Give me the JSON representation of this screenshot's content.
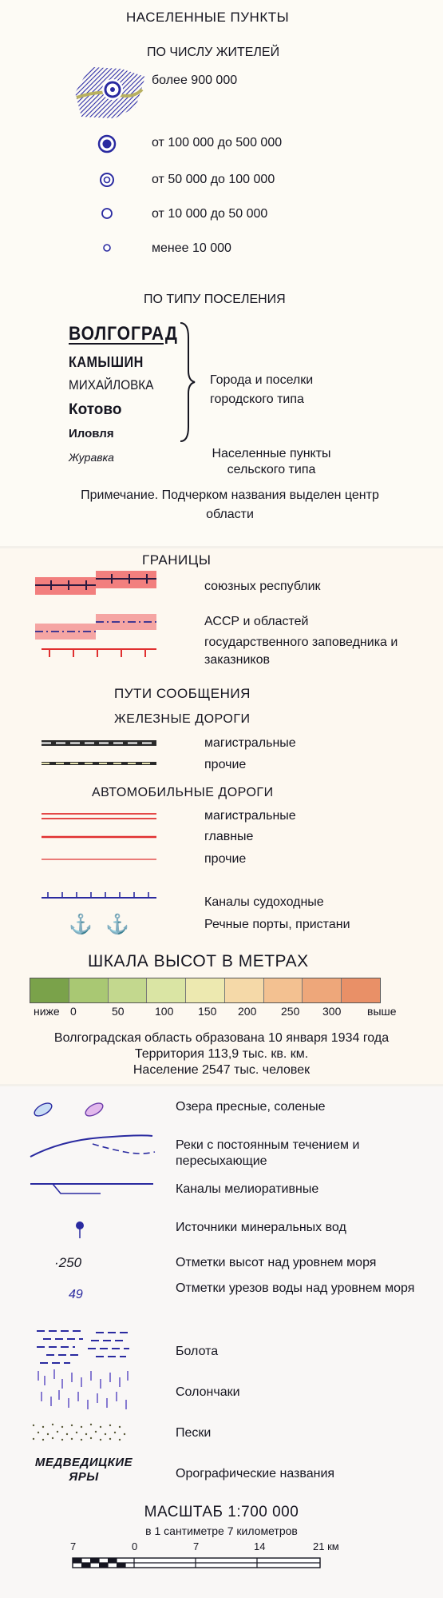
{
  "settlements": {
    "title": "НАСЕЛЕННЫЕ ПУНКТЫ",
    "by_population_title": "ПО ЧИСЛУ ЖИТЕЛЕЙ",
    "population_classes": [
      "более 900 000",
      "от 100 000 до 500 000",
      "от 50 000 до 100 000",
      "от 10 000 до 50 000",
      "менее 10 000"
    ],
    "by_type_title": "ПО ТИПУ ПОСЕЛЕНИЯ",
    "type_samples": [
      "ВОЛГОГРАД",
      "КАМЫШИН",
      "МИХАЙЛОВКА",
      "Котово",
      "Иловля",
      "Журавка"
    ],
    "urban_label": "Города и поселки городского типа",
    "rural_label": "Населенные пункты сельского типа",
    "note": "Примечание. Подчерком названия выделен центр области"
  },
  "borders": {
    "title": "ГРАНИЦЫ",
    "items": [
      "союзных республик",
      "АССР и областей",
      "государственного заповедника и заказников"
    ]
  },
  "transport": {
    "title": "ПУТИ СООБЩЕНИЯ",
    "railways_title": "ЖЕЛЕЗНЫЕ ДОРОГИ",
    "railways": [
      "магистральные",
      "прочие"
    ],
    "roads_title": "АВТОМОБИЛЬНЫЕ ДОРОГИ",
    "roads": [
      "магистральные",
      "главные",
      "прочие"
    ],
    "canals": "Каналы судоходные",
    "ports": "Речные порты, пристани"
  },
  "elevation": {
    "title": "ШКАЛА ВЫСОТ В МЕТРАХ",
    "colors": [
      "#7aa24a",
      "#a9c873",
      "#c3d88e",
      "#dae5a4",
      "#ede9b0",
      "#f5d9a8",
      "#f3c191",
      "#eea77a",
      "#e99067"
    ],
    "ticks": [
      "ниже",
      "0",
      "50",
      "100",
      "150",
      "200",
      "250",
      "300",
      "выше"
    ]
  },
  "region_info": {
    "line1": "Волгоградская область образована 10 января 1934 года",
    "line2": "Территория 113,9 тыс. кв. км.",
    "line3": "Население 2547 тыс. человек"
  },
  "hydrography": {
    "lakes": "Озера пресные, соленые",
    "rivers": "Реки с постоянным течением и пересыхающие",
    "irrigation": "Каналы мелиоративные",
    "springs": "Источники минеральных вод",
    "spot_heights": "Отметки высот над уровнем моря",
    "spot_height_sample": "·250",
    "water_levels": "Отметки урезов воды над уровнем моря",
    "water_level_sample": "49",
    "swamps": "Болота",
    "salt_marsh": "Солончаки",
    "sands": "Пески",
    "orographic": "Орографические названия",
    "orographic_sample": "МЕДВЕДИЦКИЕ ЯРЫ"
  },
  "scale": {
    "title": "МАСШТАБ 1:700 000",
    "subtitle": "в 1 сантиметре 7 километров",
    "ticks": [
      "7",
      "0",
      "7",
      "14",
      "21 км"
    ]
  }
}
